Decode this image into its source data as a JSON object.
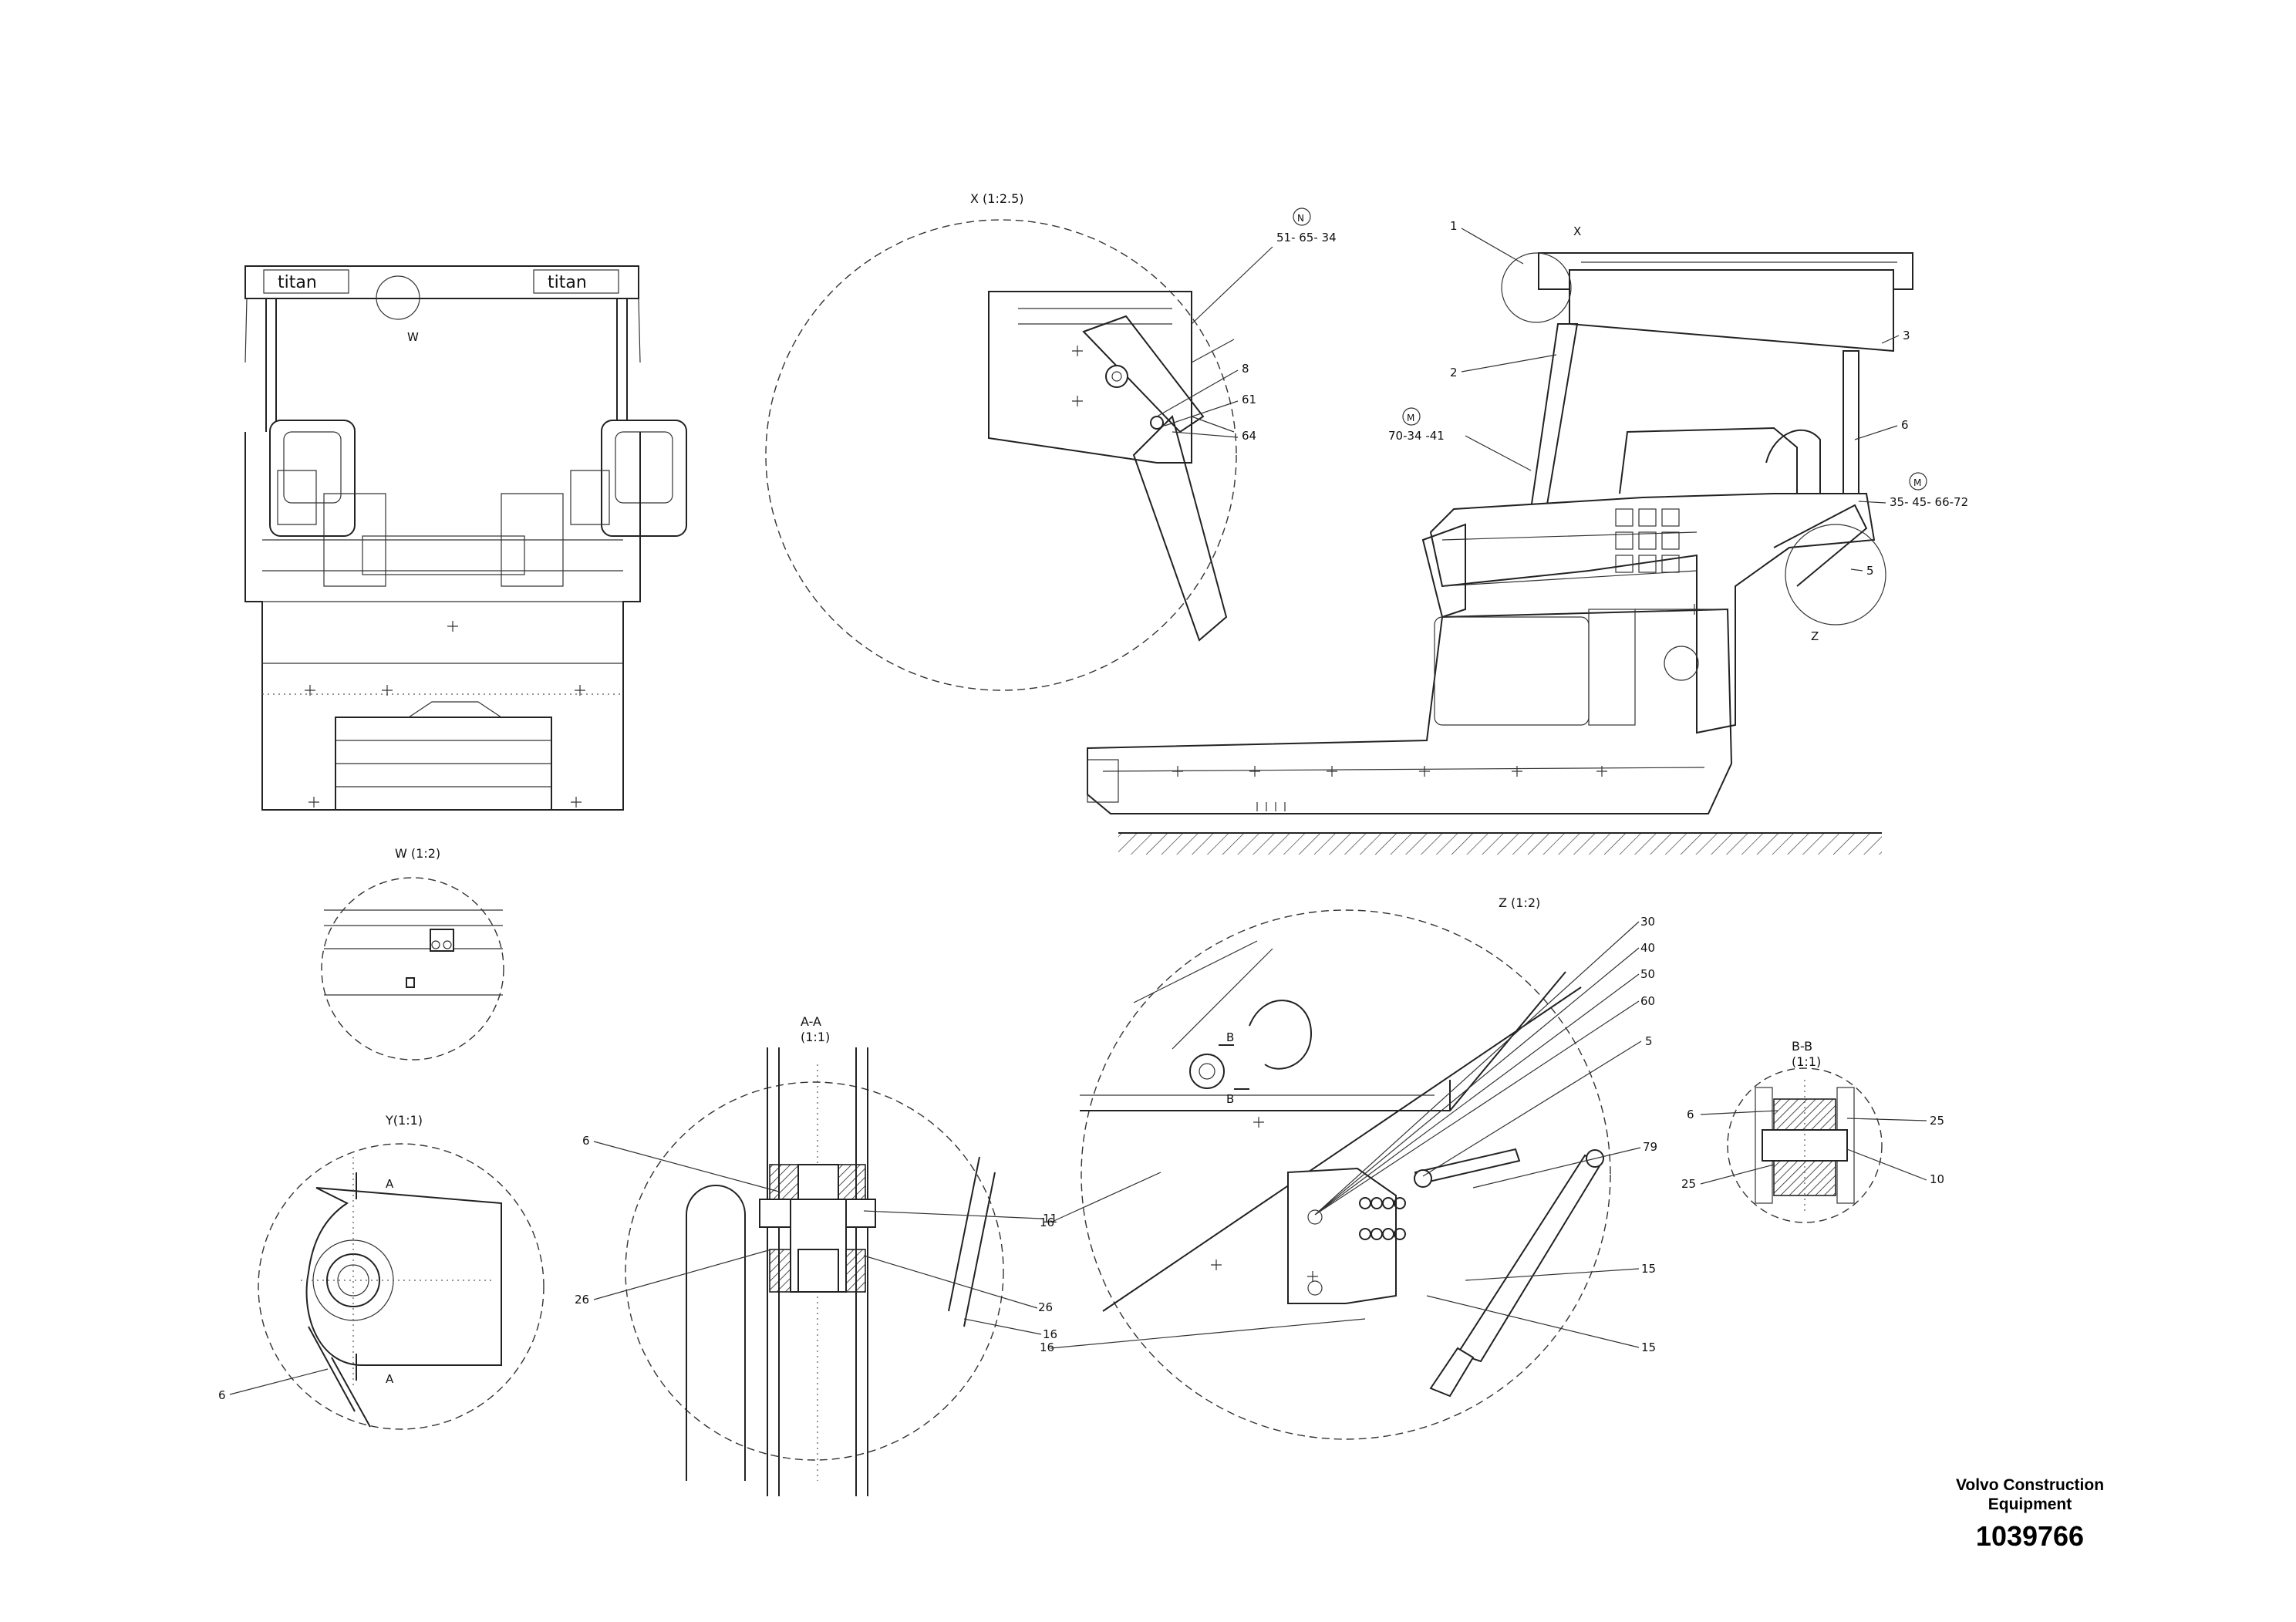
{
  "views": {
    "x": {
      "title": "X (1:2.5)",
      "ref_code": "51- 65- 34",
      "ref_marker": "N"
    },
    "w": {
      "title": "W (1:2)",
      "ref": "W"
    },
    "y": {
      "title": "Y(1:1)"
    },
    "aa": {
      "title": "A-A",
      "scale": "(1:1)"
    },
    "z": {
      "title": "Z (1:2)",
      "ref": "Z"
    },
    "bb": {
      "title": "B-B",
      "scale": "(1:1)"
    },
    "side": {
      "ref_x": "X",
      "ref_code_1": "70-34 -41",
      "ref_code_2": "35- 45- 66-72",
      "ref_marker": "M"
    },
    "front": {
      "decal_left": "titan",
      "decal_right": "titan"
    }
  },
  "section_marks": {
    "a": "A",
    "b": "B"
  },
  "callouts": {
    "x": [
      "8",
      "61",
      "64"
    ],
    "side": [
      "1",
      "2",
      "3",
      "6",
      "5"
    ],
    "y": [
      "6"
    ],
    "aa_left": [
      "6",
      "26"
    ],
    "aa_right": [
      "11",
      "26"
    ],
    "aa_bottom": [
      "16"
    ],
    "z": [
      "30",
      "40",
      "50",
      "60",
      "5",
      "16",
      "79",
      "15",
      "15",
      "16"
    ],
    "bb": [
      "6",
      "25",
      "25",
      "10"
    ]
  },
  "title_block": {
    "company_line1": "Volvo Construction",
    "company_line2": "Equipment",
    "drawing_number": "1039766"
  }
}
